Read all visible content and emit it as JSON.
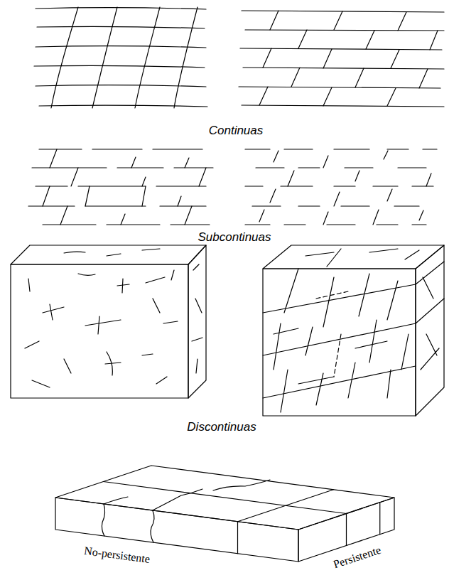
{
  "diagram": {
    "labels": [
      "Continuas",
      "Subcontinuas",
      "Discontinuas",
      "No-persistente",
      "Persistente"
    ]
  }
}
